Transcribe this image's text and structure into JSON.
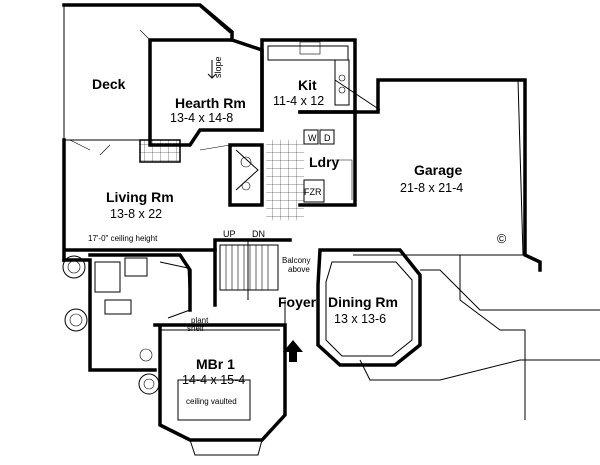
{
  "plan": {
    "rooms": {
      "deck": {
        "name": "Deck"
      },
      "hearth": {
        "name": "Hearth Rm",
        "size": "13-4 x 14-8"
      },
      "kit": {
        "name": "Kit",
        "size": "11-4 x 12"
      },
      "ldry": {
        "name": "Ldry"
      },
      "garage": {
        "name": "Garage",
        "size": "21-8 x 21-4"
      },
      "living": {
        "name": "Living Rm",
        "size": "13-8 x 22",
        "note": "17'-0\" ceiling height"
      },
      "dining": {
        "name": "Dining Rm",
        "size": "13 x 13-6"
      },
      "foyer": {
        "name": "Foyer"
      },
      "mbr": {
        "name": "MBr 1",
        "size": "14-4 x 15-4",
        "note": "ceiling  vaulted"
      }
    },
    "labels": {
      "slope": "slope",
      "w": "W",
      "d": "D",
      "fzr": "FZR",
      "up": "UP",
      "dn": "DN",
      "balcony1": "Balcony",
      "balcony2": "above",
      "plant1": "plant",
      "plant2": "shelf",
      "copyright": "©"
    }
  }
}
